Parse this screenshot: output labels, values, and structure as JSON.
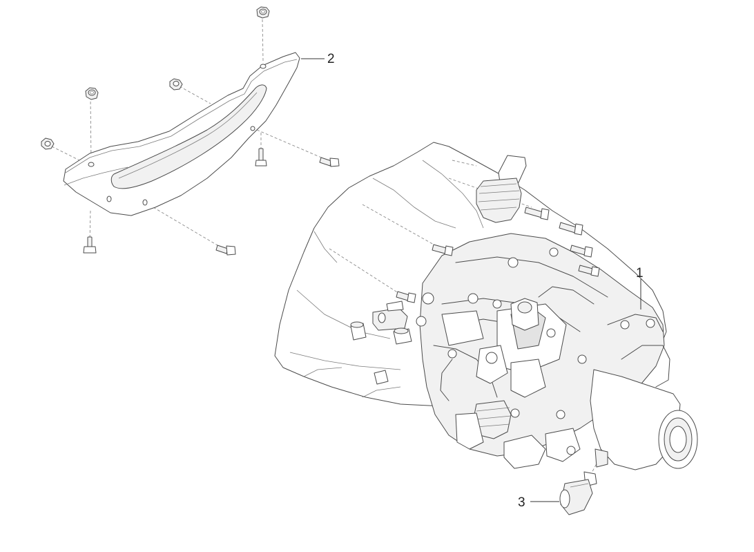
{
  "callouts": [
    {
      "id": "1",
      "label": "1"
    },
    {
      "id": "2",
      "label": "2"
    },
    {
      "id": "3",
      "label": "3"
    }
  ],
  "colors": {
    "line": "#4a4a4a",
    "background": "#ffffff",
    "shade": "#f1f1f1"
  }
}
